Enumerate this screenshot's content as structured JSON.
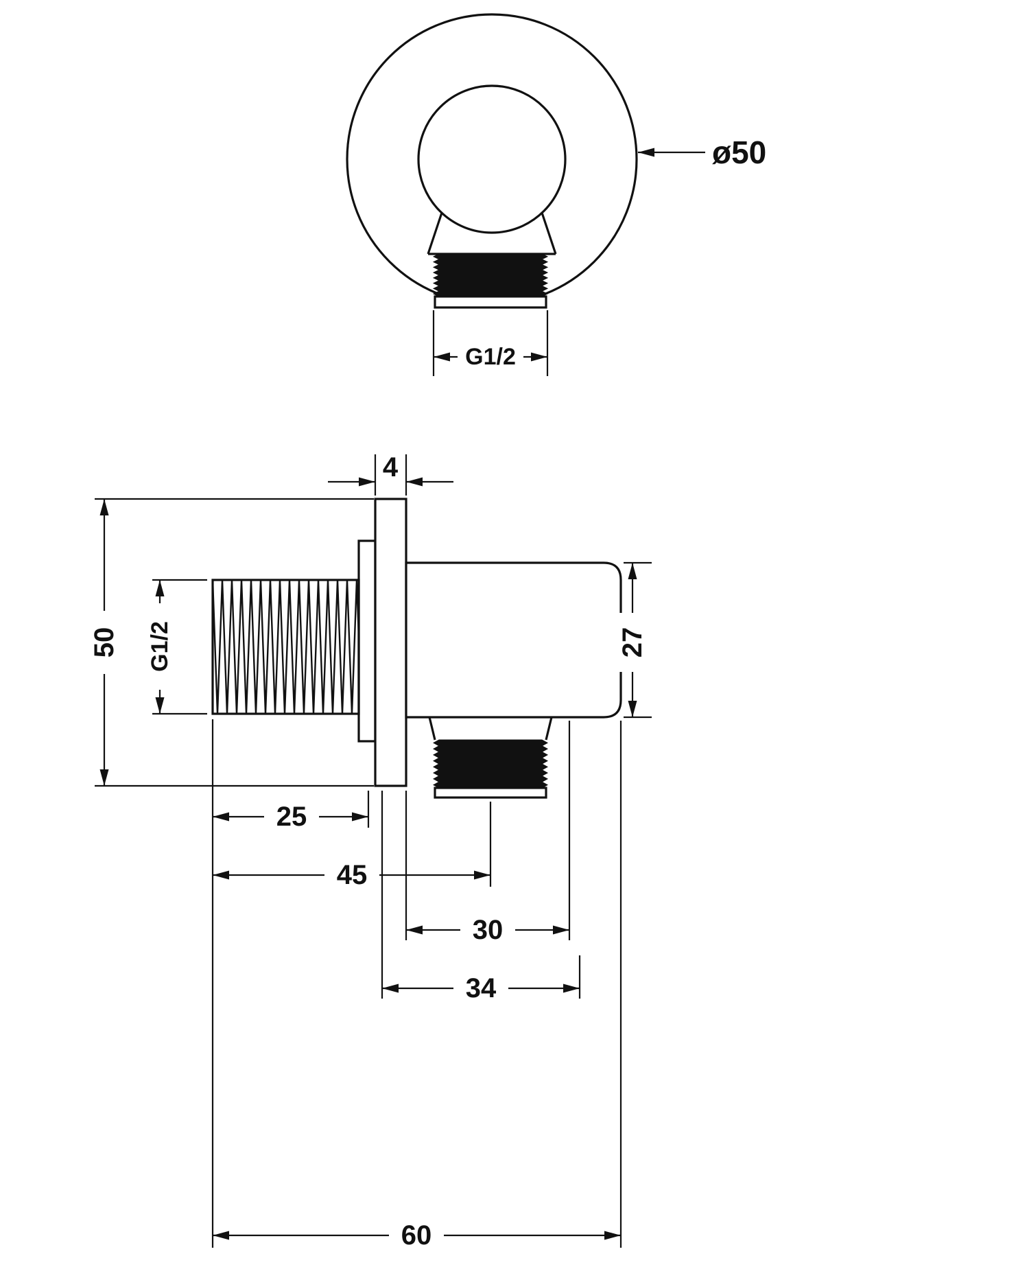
{
  "drawing": {
    "front_view": {
      "diameter": "ø50",
      "thread": "G1/2"
    },
    "side_view": {
      "plate_thickness": "4",
      "plate_diameter": "50",
      "inlet_thread": "G1/2",
      "outlet_height": "27",
      "inlet_thread_length": "25",
      "inlet_to_outlet_center": "45",
      "wall_to_outlet": "30",
      "plate_to_outlet": "34",
      "overall_depth": "60"
    }
  }
}
